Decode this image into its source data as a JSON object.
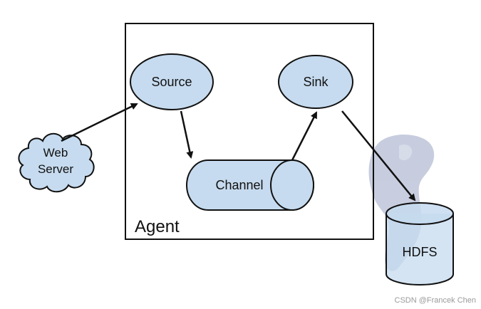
{
  "nodes": {
    "source": "Source",
    "sink": "Sink",
    "channel": "Channel",
    "web_server_line1": "Web",
    "web_server_line2": "Server",
    "hdfs": "HDFS",
    "agent": "Agent"
  },
  "watermark": "CSDN @Francek Chen",
  "colors": {
    "node_fill": "#c6dbef",
    "stroke": "#111111",
    "logo": "#9aa6c4"
  }
}
